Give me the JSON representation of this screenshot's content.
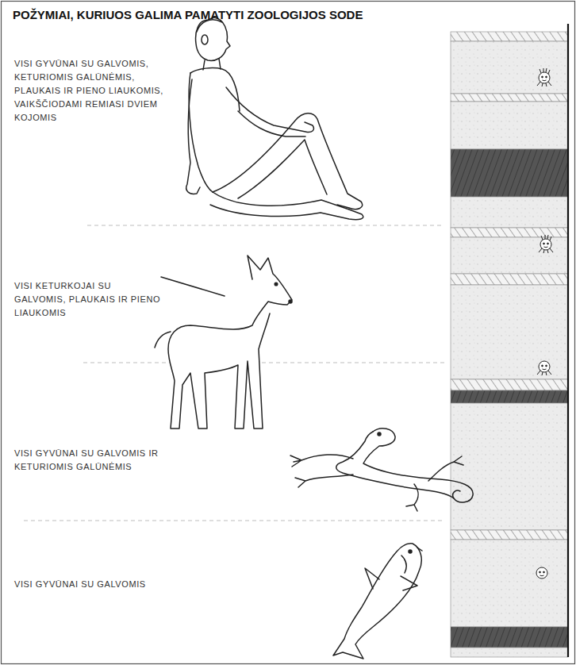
{
  "diagram": {
    "title": "POŽYMIAI, KURIUOS GALIMA PAMATYTI ZOOLOGIJOS SODE",
    "labels": [
      "VISI GYVŪNAI SU GALVOMIS, KETURIOMIS GALŪNĖMIS, PLAUKAIS IR PIENO LIAUKOMIS, VAIKŠČIODAMI REMIASI DVIEM KOJOMIS",
      "VISI KETURKOJAI SU GALVOMIS, PLAUKAIS IR PIENO LIAUKOMIS",
      "VISI GYVŪNAI SU GALVOMIS IR KETURIOMIS GALŪNĖMIS",
      "VISI GYVŪNAI SU GALVOMIS"
    ]
  }
}
